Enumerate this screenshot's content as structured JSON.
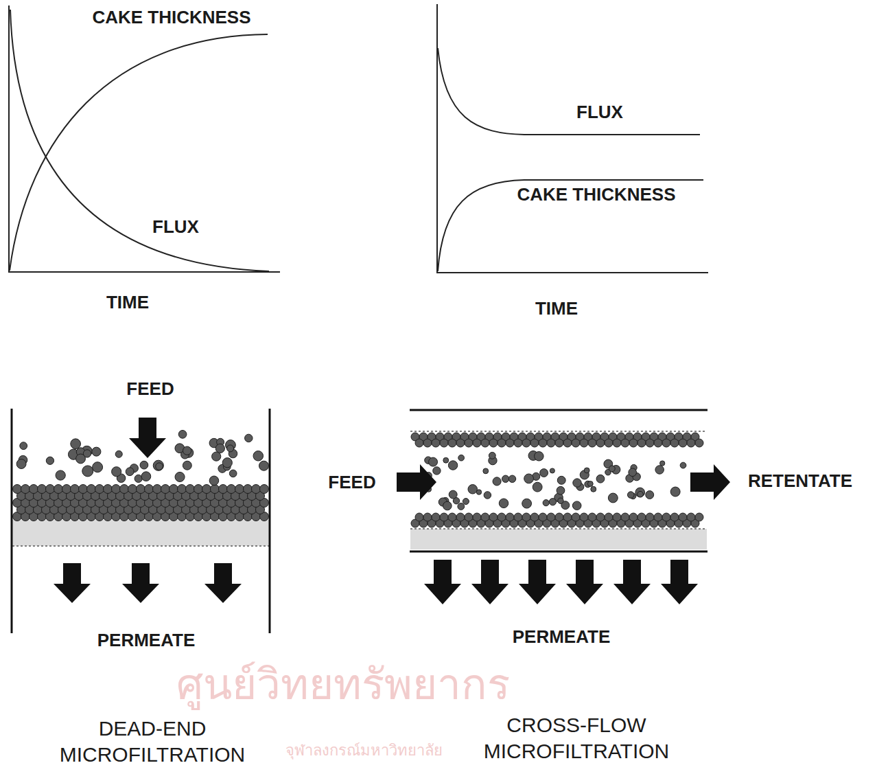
{
  "diagram": {
    "labels": [
      "CAKE THICKNESS",
      "FLUX",
      "TIME",
      "CAKE THICKNESS",
      "FLUX",
      "TIME",
      "FEED",
      "PERMEATE",
      "FEED",
      "RETENTATE",
      "PERMEATE",
      "DEAD-END MICROFILTRATION",
      "CROSS-FLOW MICROFILTRATION",
      "ศูนย์วิทยทรัพยากร",
      "จุฬาลงกรณ์มหาวิทยาลัย"
    ]
  }
}
